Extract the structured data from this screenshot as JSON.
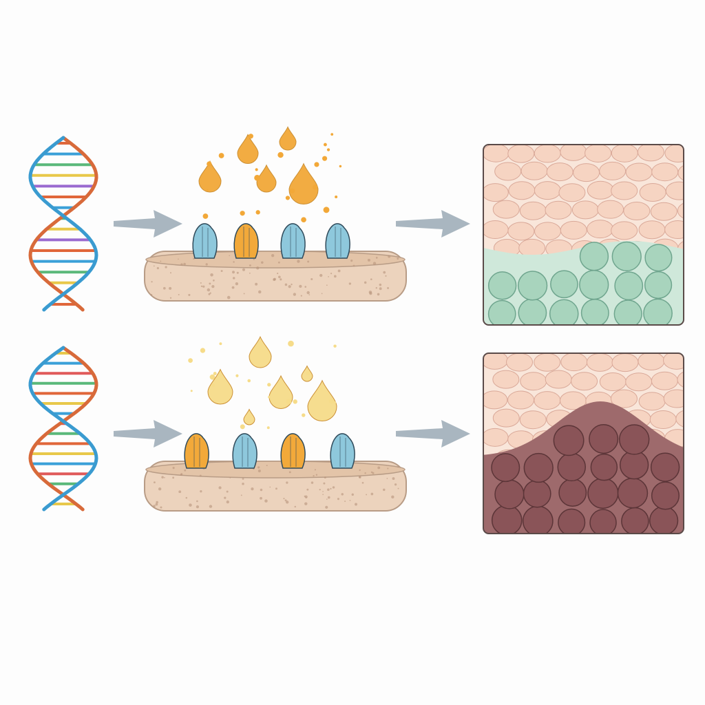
{
  "colors": {
    "background": "#fdfdfd",
    "arrow": "#9aa9b5",
    "membrane": "#ecd3bd",
    "membrane_edge": "#b89c86",
    "receptor_blue": "#8ec8dc",
    "receptor_orange": "#f2a93a",
    "droplet_orange": "#f2a838",
    "droplet_pale": "#f6dc8a",
    "skin_cells": "#f6d4c2",
    "skin_cell_edge": "#d9a898",
    "green_cells": "#a8d4bd",
    "green_cell_edge": "#6fa58e",
    "brown_cells": "#8a5458",
    "brown_cell_edge": "#5c3538"
  },
  "rows": [
    {
      "droplet_color": "droplet_orange",
      "receptors": [
        "blue",
        "orange",
        "blue",
        "blue"
      ],
      "lower_tissue": "green"
    },
    {
      "droplet_color": "droplet_pale",
      "receptors": [
        "orange",
        "blue",
        "orange",
        "blue"
      ],
      "lower_tissue": "brown"
    }
  ]
}
